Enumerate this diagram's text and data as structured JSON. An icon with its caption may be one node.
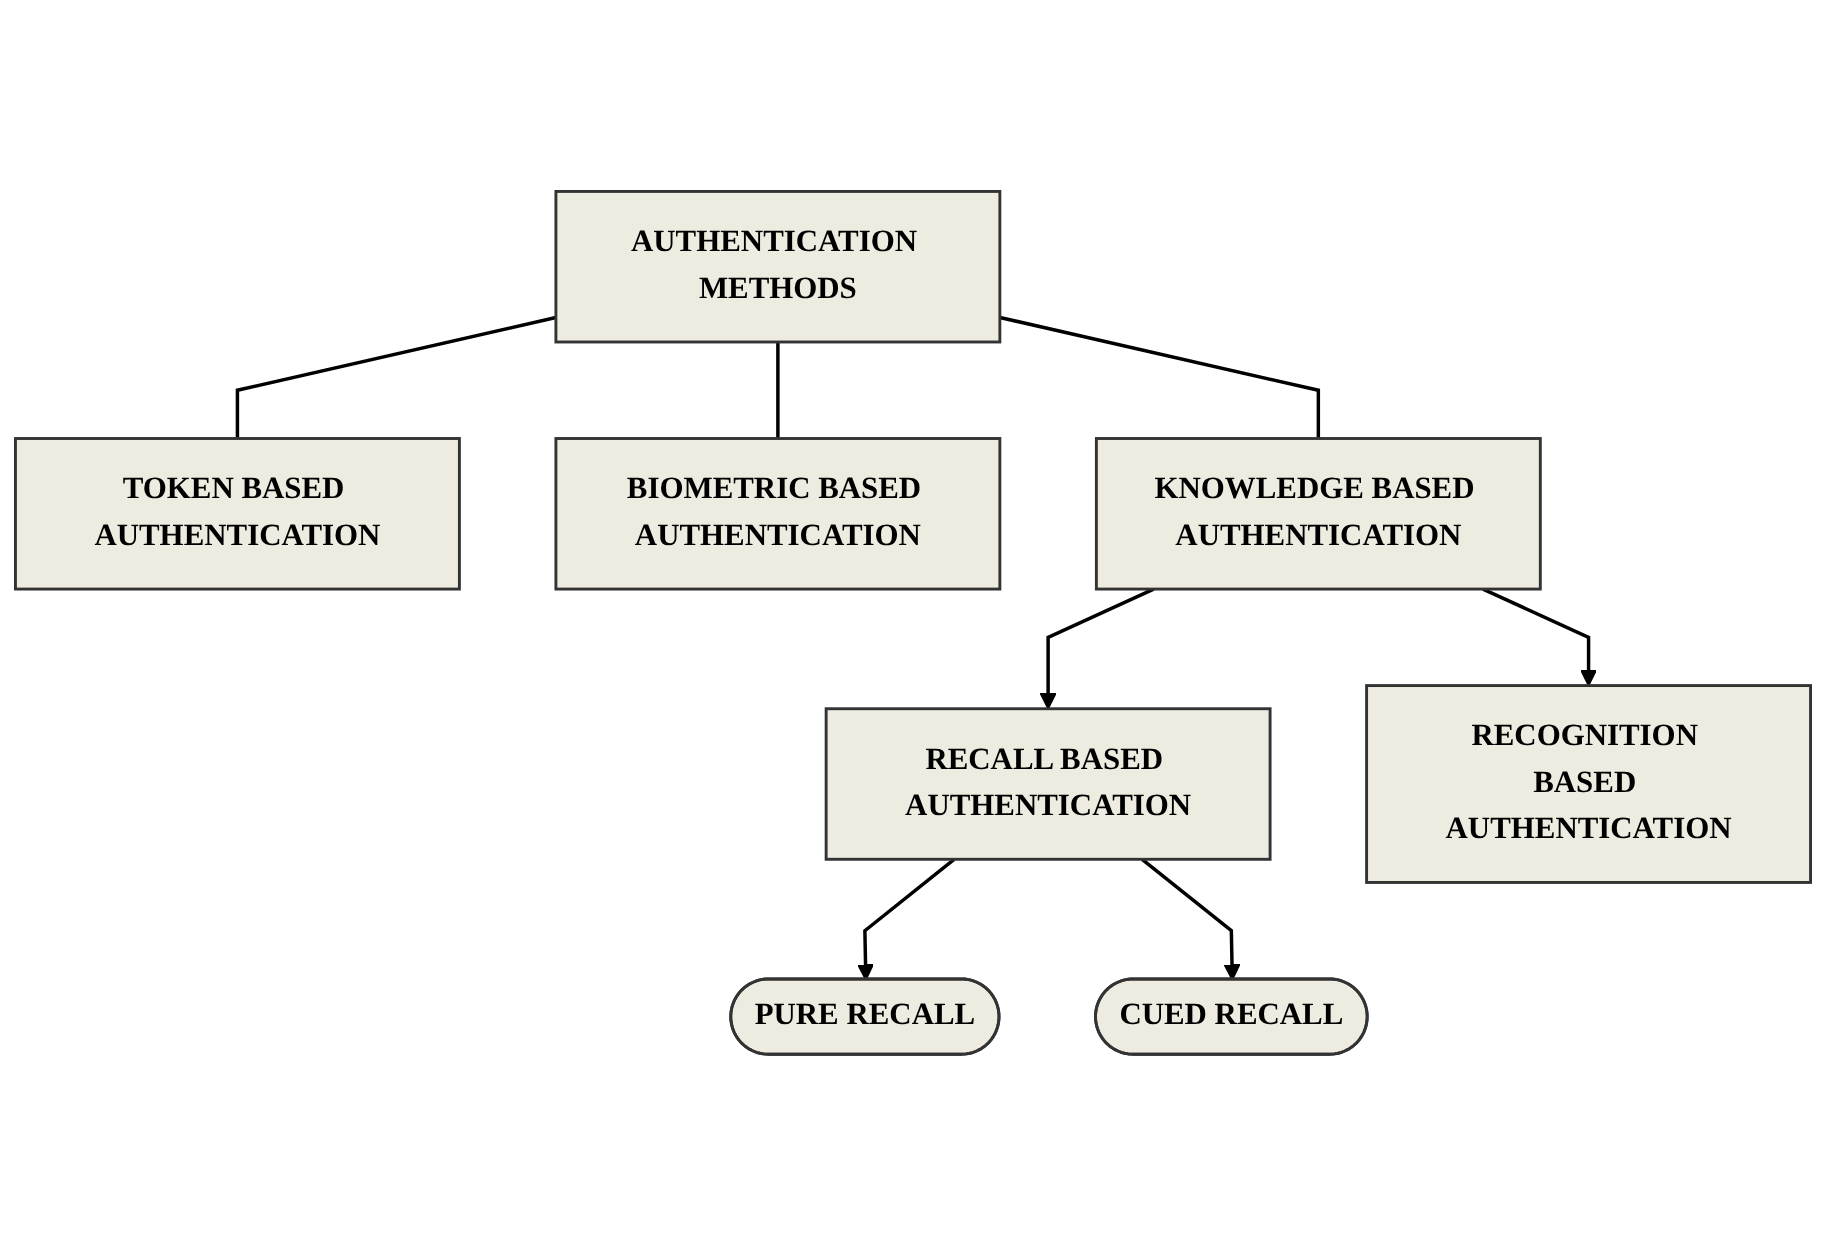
{
  "diagram": {
    "nodes": [
      {
        "text": [
          "AUTHENTICATION METHODS"
        ]
      },
      {
        "text": [
          "TOKEN BASED AUTHENTICATION"
        ]
      },
      {
        "text": [
          "BIOMETRIC BASED AUTHENTICATION"
        ]
      },
      {
        "text": [
          "KNOWLEDGE BASED AUTHENTICATION"
        ]
      },
      {
        "text": [
          "RECALL BASED AUTHENTICATION"
        ]
      },
      {
        "text": [
          "RECOGNITION BASED AUTHENTICATION"
        ]
      },
      {
        "text": [
          "PURE RECALL"
        ]
      },
      {
        "text": [
          "CUED RECALL"
        ]
      }
    ],
    "edges": [
      {
        "from": 0,
        "to": 1,
        "arrow": "none"
      },
      {
        "from": 0,
        "to": 2,
        "arrow": "none"
      },
      {
        "from": 0,
        "to": 3,
        "arrow": "none"
      },
      {
        "from": 3,
        "to": 4,
        "arrow": "to"
      },
      {
        "from": 3,
        "to": 5,
        "arrow": "to"
      },
      {
        "from": 4,
        "to": 6,
        "arrow": "to"
      },
      {
        "from": 4,
        "to": 7,
        "arrow": "to"
      }
    ]
  }
}
